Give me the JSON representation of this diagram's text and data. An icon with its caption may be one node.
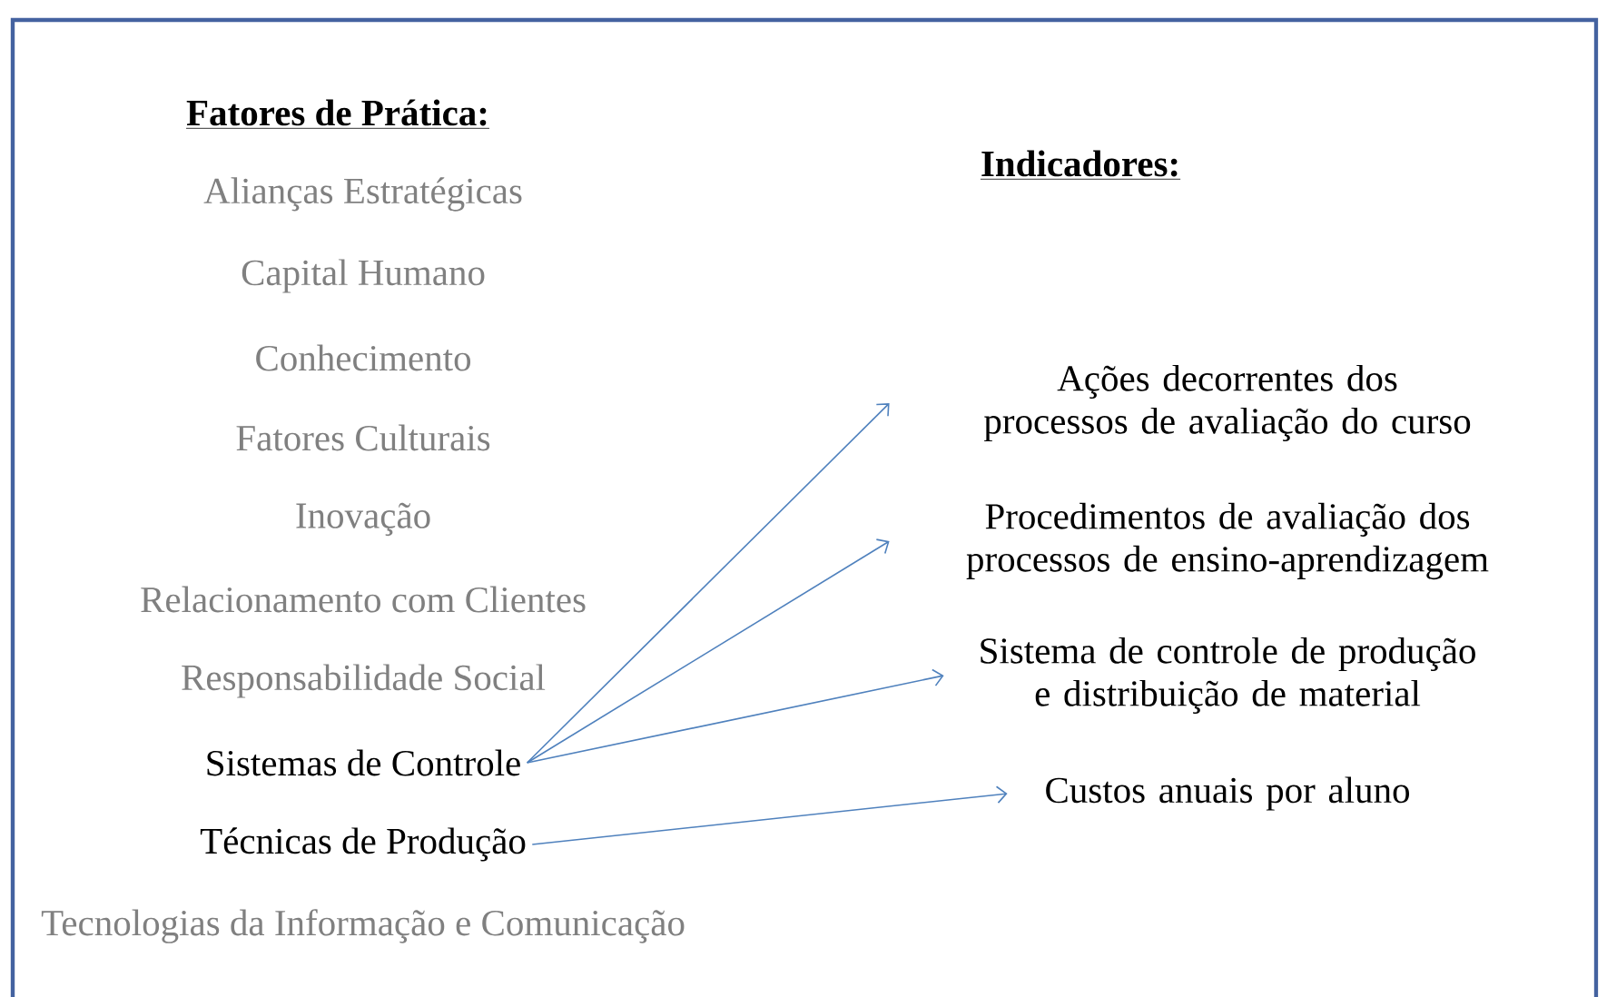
{
  "diagram": {
    "nodes": [
      {
        "text": [
          "Alianças Estratégicas"
        ]
      },
      {
        "text": [
          "Capital Humano"
        ]
      },
      {
        "text": [
          "Conhecimento"
        ]
      },
      {
        "text": [
          "Fatores Culturais"
        ]
      },
      {
        "text": [
          "Inovação"
        ]
      },
      {
        "text": [
          "Relacionamento com Clientes"
        ]
      },
      {
        "text": [
          "Responsabilidade Social"
        ]
      },
      {
        "text": [
          "Sistemas de Controle"
        ]
      },
      {
        "text": [
          "Técnicas de Produção"
        ]
      },
      {
        "text": [
          "Tecnologias da Informação e Comunicação"
        ]
      },
      {
        "text": [
          "Ações decorrentes dos processos de avaliação do curso"
        ]
      },
      {
        "text": [
          "Procedimentos de avaliação dos processos de ensino-aprendizagem"
        ]
      },
      {
        "text": [
          "Sistema de controle de produção e distribuição de material"
        ]
      },
      {
        "text": [
          "Custos anuais por aluno"
        ]
      }
    ],
    "edges": [
      {
        "from": 7,
        "to": 10,
        "arrow": "to"
      },
      {
        "from": 7,
        "to": 11,
        "arrow": "to"
      },
      {
        "from": 7,
        "to": 12,
        "arrow": "to"
      },
      {
        "from": 8,
        "to": 13,
        "arrow": "to"
      }
    ],
    "labels": [
      "Fatores de Prática:",
      "Indicadores:"
    ]
  }
}
